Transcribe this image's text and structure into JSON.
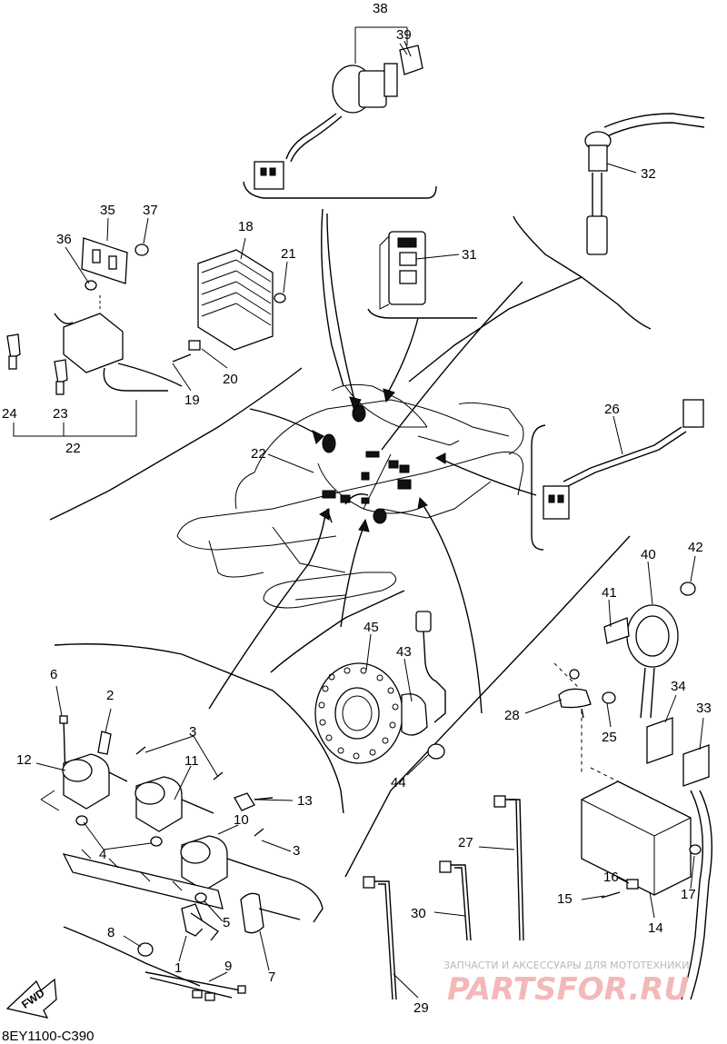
{
  "diagram_code": "8EY1100-C390",
  "fwd_label": "FWD",
  "watermark": {
    "top": "ЗАПЧАСТИ И АКСЕССУАРЫ ДЛЯ МОТОТЕХНИКИ",
    "logo": "PARTSFOR.RU"
  },
  "callouts": {
    "c1": "1",
    "c2": "2",
    "c3a": "3",
    "c3b": "3",
    "c4": "4",
    "c5": "5",
    "c6": "6",
    "c7": "7",
    "c8": "8",
    "c9": "9",
    "c10": "10",
    "c11": "11",
    "c12": "12",
    "c13": "13",
    "c14": "14",
    "c15": "15",
    "c16": "16",
    "c17": "17",
    "c18": "18",
    "c19": "19",
    "c20": "20",
    "c21": "21",
    "c22a": "22",
    "c22b": "22",
    "c23": "23",
    "c24": "24",
    "c25": "25",
    "c26": "26",
    "c27": "27",
    "c28": "28",
    "c29": "29",
    "c30": "30",
    "c31": "31",
    "c32": "32",
    "c33": "33",
    "c34": "34",
    "c35": "35",
    "c36": "36",
    "c37": "37",
    "c38": "38",
    "c39": "39",
    "c40": "40",
    "c41": "41",
    "c42": "42",
    "c43": "43",
    "c44": "44",
    "c45": "45"
  }
}
